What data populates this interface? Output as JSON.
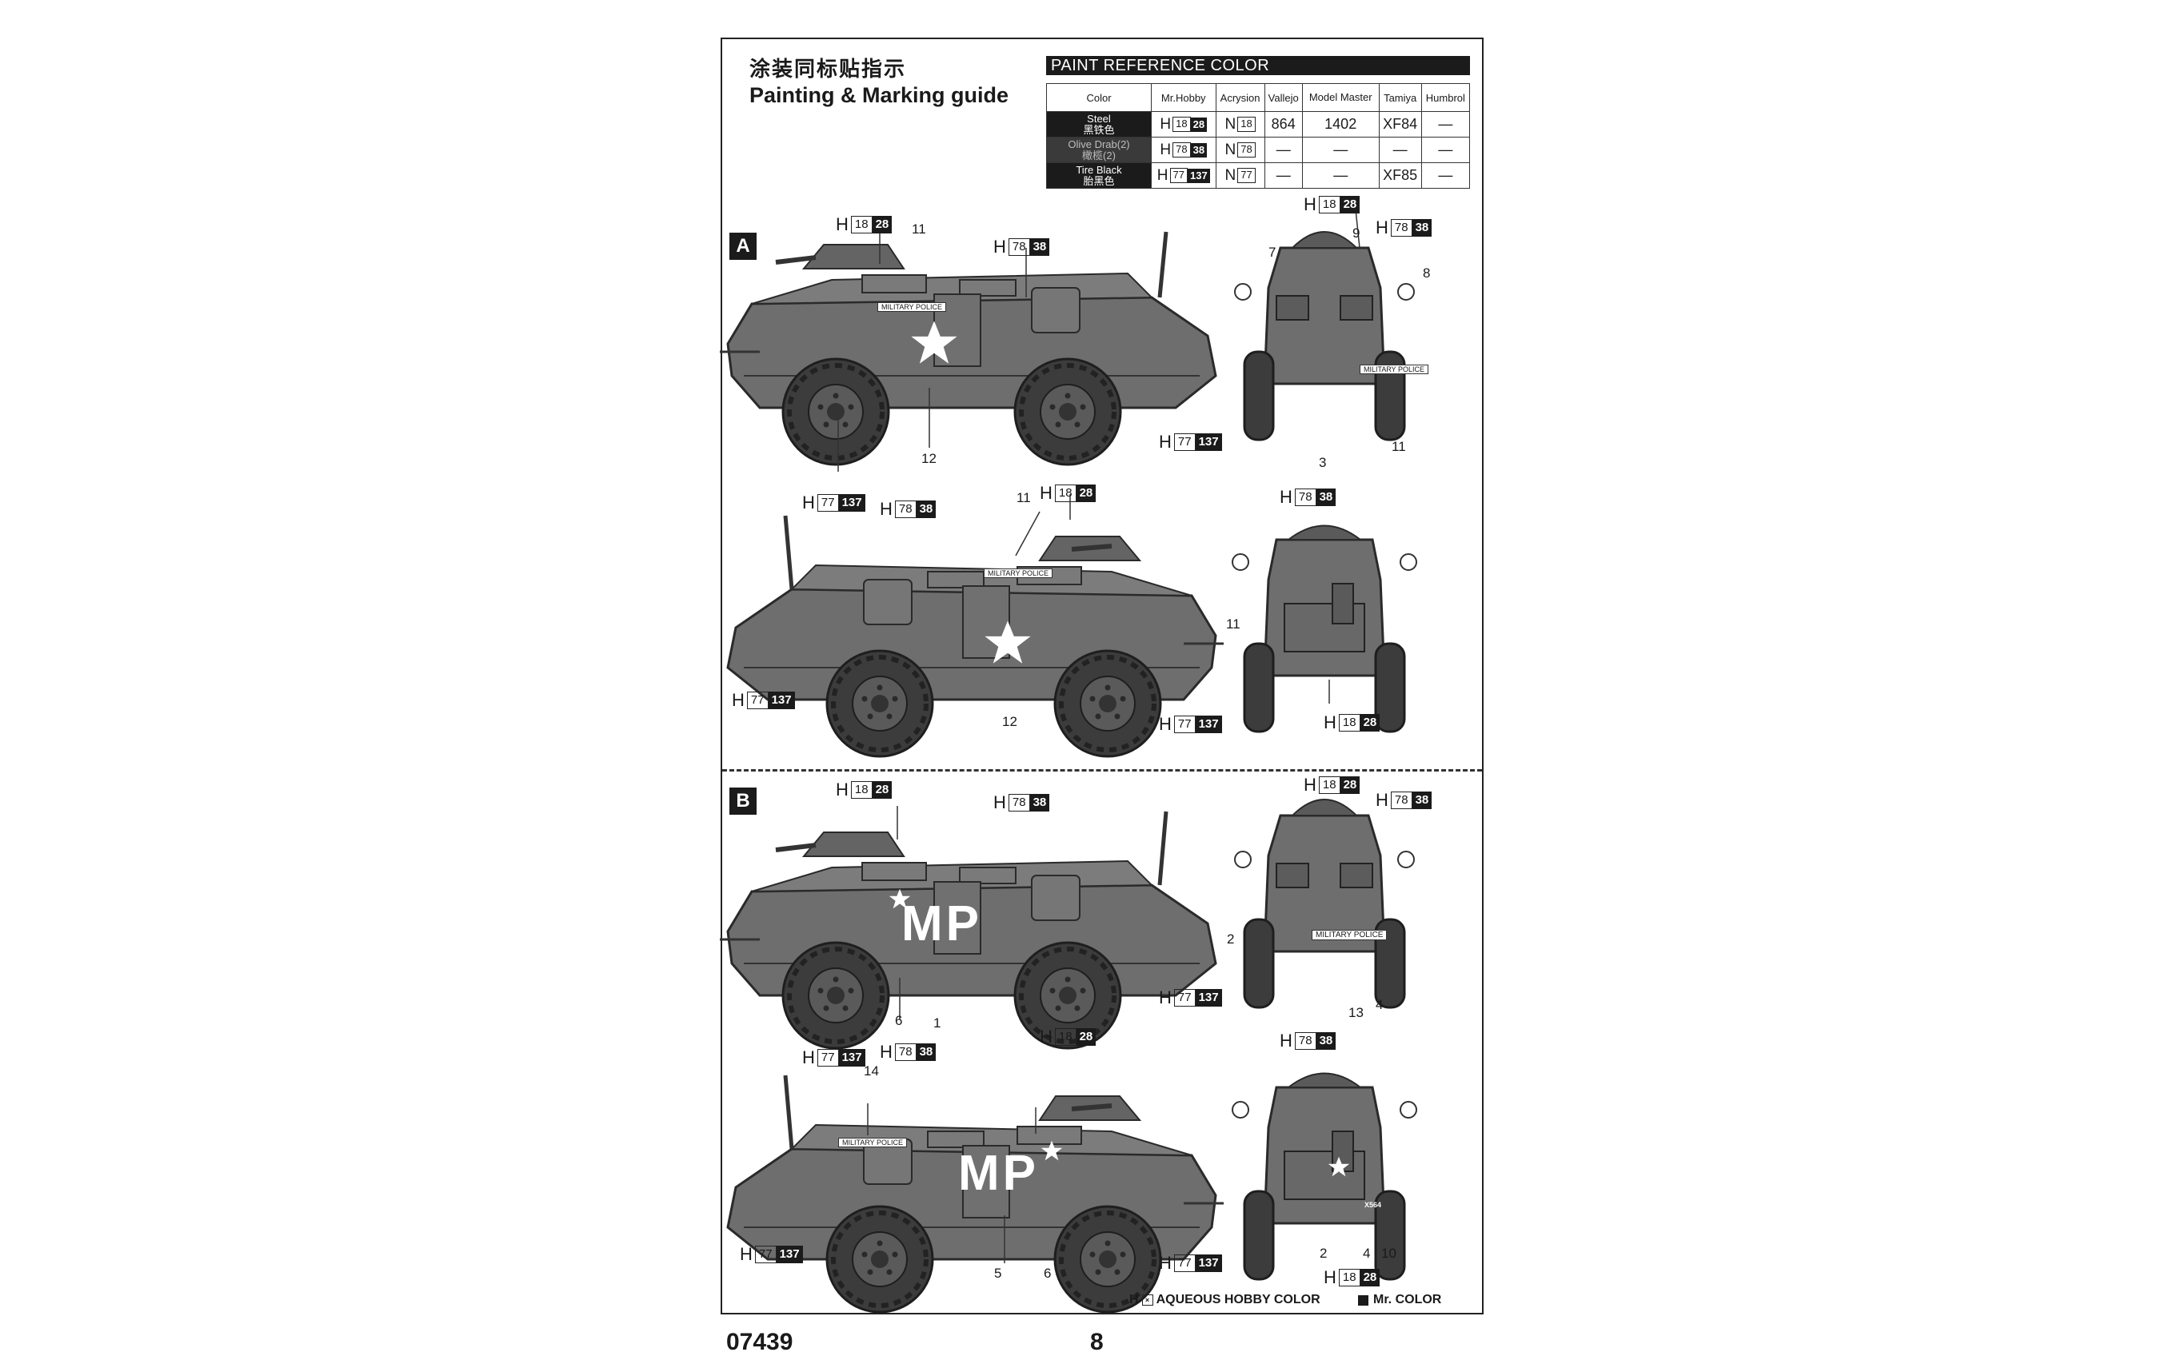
{
  "title": {
    "cn": "涂装同标贴指示",
    "en": "Painting & Marking guide"
  },
  "paint_reference": {
    "heading": "PAINT REFERENCE COLOR",
    "columns": [
      "Color",
      "Mr.Hobby",
      "Acrysion",
      "Vallejo",
      "Model Master",
      "Tamiya",
      "Humbrol"
    ],
    "rows": [
      {
        "name": "Steel",
        "name_cn": "黑铁色",
        "mrhobby_pre": "H",
        "mrhobby_a": "18",
        "mrhobby_b": "28",
        "acrysion_pre": "N",
        "acrysion": "18",
        "vallejo": "864",
        "model_master": "1402",
        "tamiya": "XF84",
        "humbrol": "—"
      },
      {
        "name": "Olive Drab(2)",
        "name_cn": "橄榄(2)",
        "mrhobby_pre": "H",
        "mrhobby_a": "78",
        "mrhobby_b": "38",
        "acrysion_pre": "N",
        "acrysion": "78",
        "vallejo": "—",
        "model_master": "—",
        "tamiya": "—",
        "humbrol": "—"
      },
      {
        "name": "Tire Black",
        "name_cn": "胎黑色",
        "mrhobby_pre": "H",
        "mrhobby_a": "77",
        "mrhobby_b": "137",
        "acrysion_pre": "N",
        "acrysion": "77",
        "vallejo": "—",
        "model_master": "—",
        "tamiya": "XF85",
        "humbrol": "—"
      }
    ]
  },
  "sections": {
    "a": "A",
    "b": "B"
  },
  "codes": {
    "steel": {
      "pre": "H",
      "a": "18",
      "b": "28"
    },
    "olive": {
      "pre": "H",
      "a": "78",
      "b": "38"
    },
    "tire": {
      "pre": "H",
      "a": "77",
      "b": "137"
    }
  },
  "decals": {
    "mp": "MP",
    "military_police": "MILITARY POLICE",
    "x564": "X564"
  },
  "callouts": {
    "a_side1_11": "11",
    "a_side1_12": "12",
    "a_front_7": "7",
    "a_front_9": "9",
    "a_front_8": "8",
    "a_front_3": "3",
    "a_front_11": "11",
    "a_side2_11": "11",
    "a_side2_12": "12",
    "a_rear_11": "11",
    "b_side1_6": "6",
    "b_side1_1": "1",
    "b_front_2": "2",
    "b_front_13": "13",
    "b_front_4": "4",
    "b_side2_14": "14",
    "b_side2_5": "5",
    "b_side2_6": "6",
    "b_rear_2": "2",
    "b_rear_4": "4",
    "b_rear_10": "10"
  },
  "legend": {
    "aqueous": "AQUEOUS HOBBY COLOR",
    "aqueous_mark": "H",
    "mr_color": "Mr. COLOR"
  },
  "footer": {
    "product_code": "07439",
    "page": "8"
  }
}
